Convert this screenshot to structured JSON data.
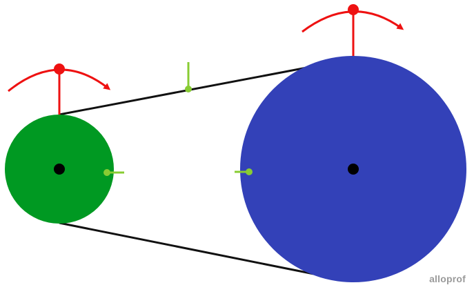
{
  "brand": {
    "watermark": "alloprof"
  },
  "colors": {
    "small_pulley": "#009922",
    "large_pulley": "#3341b8",
    "belt": "#111111",
    "axle": "#000000",
    "rotation_indicator": "#ee1111",
    "measurement_marker": "#88cc33",
    "watermark": "#9a9a9a"
  },
  "diagram": {
    "components": [
      {
        "id": "small-pulley",
        "description_icon": "gear-wheel-small"
      },
      {
        "id": "large-pulley",
        "description_icon": "gear-wheel-large"
      },
      {
        "id": "belt",
        "description_icon": "belt"
      },
      {
        "id": "rotation-arrow-small",
        "description_icon": "curved-arrow-icon"
      },
      {
        "id": "rotation-arrow-large",
        "description_icon": "curved-arrow-icon"
      }
    ],
    "rotation_direction": "clockwise"
  }
}
